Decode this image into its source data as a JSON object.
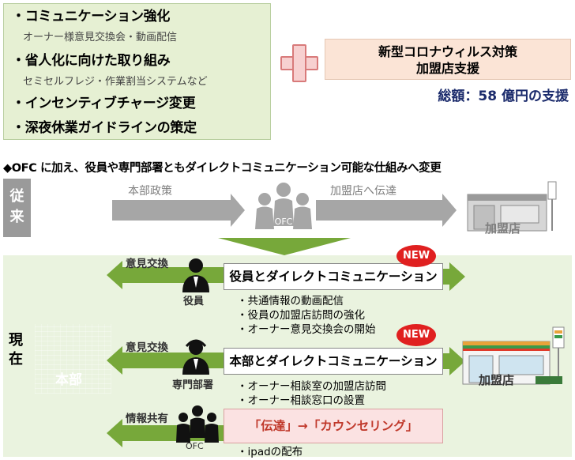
{
  "top_panel": {
    "items": [
      {
        "title": "・コミュニケーション強化",
        "sub": "オーナー様意見交換会・動画配信"
      },
      {
        "title": "・省人化に向けた取り組み",
        "sub": "セミセルフレジ・作業割当システムなど"
      },
      {
        "title": "・インセンティブチャージ変更",
        "sub": ""
      },
      {
        "title": "・深夜休業ガイドラインの策定",
        "sub": ""
      }
    ]
  },
  "support": {
    "line1": "新型コロナウィルス対策",
    "line2": "加盟店支援",
    "total": "総額：58 億円の支援"
  },
  "headline": "◆OFC に加え、役員や専門部署ともダイレクトコミュニケーション可能な仕組みへ変更",
  "before": {
    "tag": "従来",
    "hq_label": "本部",
    "policy_label": "本部政策",
    "ofc_label": "OFC",
    "transmit_label": "加盟店へ伝達",
    "store_label": "加盟店"
  },
  "current": {
    "tag": "現在",
    "hq_label": "本部",
    "store_label": "加盟店",
    "rows": [
      {
        "arrow_label": "意見交換",
        "person_label": "役員",
        "box_text": "役員とダイレクトコミュニケーション",
        "badge": "NEW",
        "bullets": [
          "・共通情報の動画配信",
          "・役員の加盟店訪問の強化",
          "・オーナー意見交換会の開始"
        ]
      },
      {
        "arrow_label": "意見交換",
        "person_label": "専門部署",
        "box_text": "本部とダイレクトコミュニケーション",
        "badge": "NEW",
        "bullets": [
          "・オーナー相談室の加盟店訪問",
          "・オーナー相談窓口の設置"
        ]
      },
      {
        "arrow_label": "情報共有",
        "person_label": "OFC",
        "box_text": "「伝達」→「カウンセリング」",
        "badge": "",
        "bullets": [
          "・ipadの配布"
        ]
      }
    ]
  },
  "colors": {
    "green": "#77a83a",
    "red_text": "#e02020",
    "navy": "#1a2a6b"
  }
}
